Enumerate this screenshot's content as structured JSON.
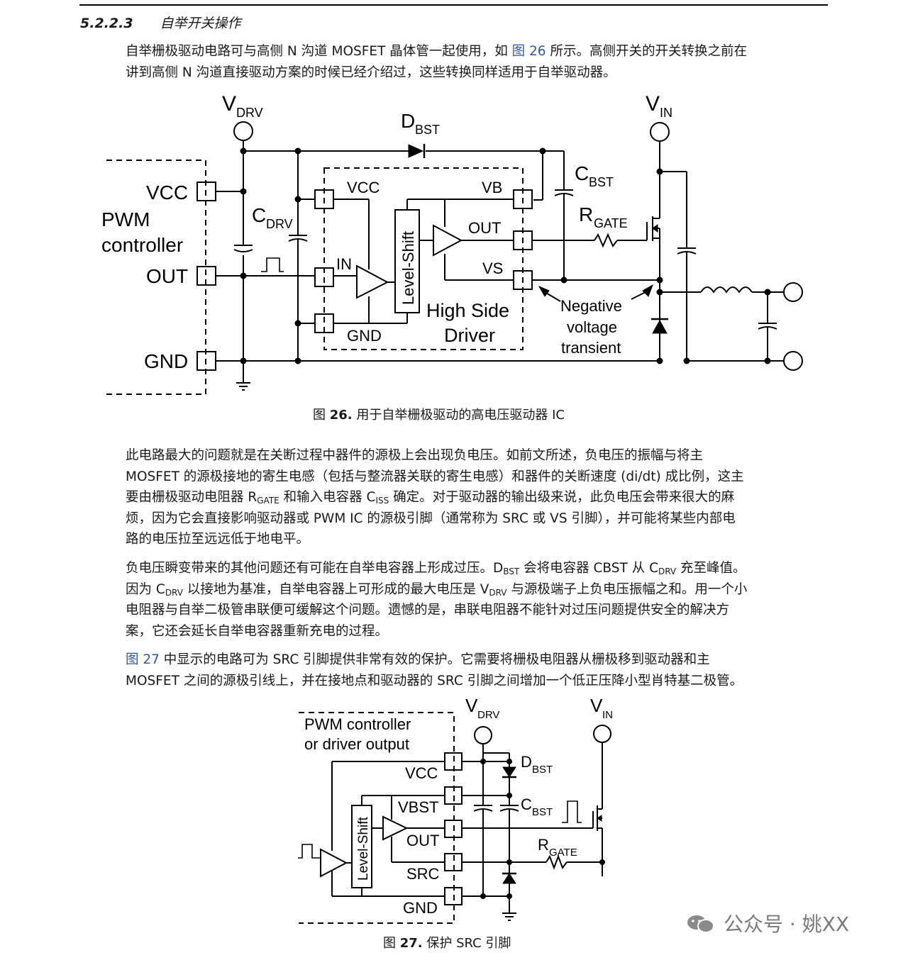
{
  "section": {
    "number": "5.2.2.3",
    "title": "自举开关操作"
  },
  "p1": {
    "a": "自举栅极驱动电路可与高侧 N 沟道 MOSFET 晶体管一起使用，如 ",
    "link": "图 26",
    "b": " 所示。高侧开关的开关转换之前在",
    "line2": "讲到高侧 N 沟道直接驱动方案的时候已经介绍过，这些转换同样适用于自举驱动器。"
  },
  "fig26": {
    "caption_prefix": "图 ",
    "caption_num": "26.",
    "caption_text": " 用于自举栅极驱动的高电压驱动器 IC",
    "labels": {
      "v": "V",
      "drv": "DRV",
      "in": "IN",
      "d": "D",
      "bst": "BST",
      "c": "C",
      "r": "R",
      "gate": "GATE",
      "vcc": "VCC",
      "pwm": "PWM",
      "controller": "controller",
      "out": "OUT",
      "gnd": "GND",
      "vb": "VB",
      "vs": "VS",
      "in_pin": "IN",
      "level_shift": "Level-Shift",
      "high_side": "High Side",
      "driver": "Driver",
      "negative": "Negative",
      "voltage": "voltage",
      "transient": "transient"
    }
  },
  "p2": {
    "l1": "此电路最大的问题就是在关断过程中器件的源极上会出现负电压。如前文所述，负电压的振幅与将主",
    "l2": "MOSFET 的源极接地的寄生电感（包括与整流器关联的寄生电感）和器件的关断速度 (di/dt) 成比例，这主",
    "l3a": "要由栅极驱动电阻器 R",
    "l3sub1": "GATE",
    "l3b": " 和输入电容器 C",
    "l3sub2": "ISS",
    "l3c": " 确定。对于驱动器的输出级来说，此负电压会带来很大的麻",
    "l4": "烦，因为它会直接影响驱动器或 PWM IC 的源极引脚（通常称为 SRC 或 VS 引脚），并可能将某些内部电",
    "l5": "路的电压拉至远远低于地电平。"
  },
  "p3": {
    "l1a": "负电压瞬变带来的其他问题还有可能在自举电容器上形成过压。D",
    "l1s1": "BST",
    "l1b": " 会将电容器 CBST 从 C",
    "l1s2": "DRV",
    "l1c": " 充至峰值。",
    "l2a": "因为 C",
    "l2s1": "DRV",
    "l2b": " 以接地为基准，自举电容器上可形成的最大电压是 V",
    "l2s2": "DRV",
    "l2c": " 与源极端子上负电压振幅之和。用一个小",
    "l3": "电阻器与自举二极管串联便可缓解这个问题。遗憾的是，串联电阻器不能针对过压问题提供安全的解决方",
    "l4": "案，它还会延长自举电容器重新充电的过程。"
  },
  "p4": {
    "link": "图 27",
    "a": " 中显示的电路可为 SRC 引脚提供非常有效的保护。它需要将栅极电阻器从栅极移到驱动器和主",
    "l2": "MOSFET 之间的源极引线上，并在接地点和驱动器的 SRC 引脚之间增加一个低正压降小型肖特基二极管。"
  },
  "fig27": {
    "caption_prefix": "图 ",
    "caption_num": "27.",
    "caption_text": " 保护 SRC 引脚",
    "labels": {
      "pwm1": "PWM controller",
      "pwm2": "or driver output",
      "vcc": "VCC",
      "vbst": "VBST",
      "out": "OUT",
      "src": "SRC",
      "gnd": "GND",
      "level_shift": "Level-Shift",
      "v": "V",
      "drv": "DRV",
      "in": "IN",
      "d": "D",
      "bst": "BST",
      "c": "C",
      "r": "R",
      "gate": "GATE"
    }
  },
  "watermark": {
    "text": "公众号 · 姚XX",
    "icon": "wechat-icon"
  }
}
